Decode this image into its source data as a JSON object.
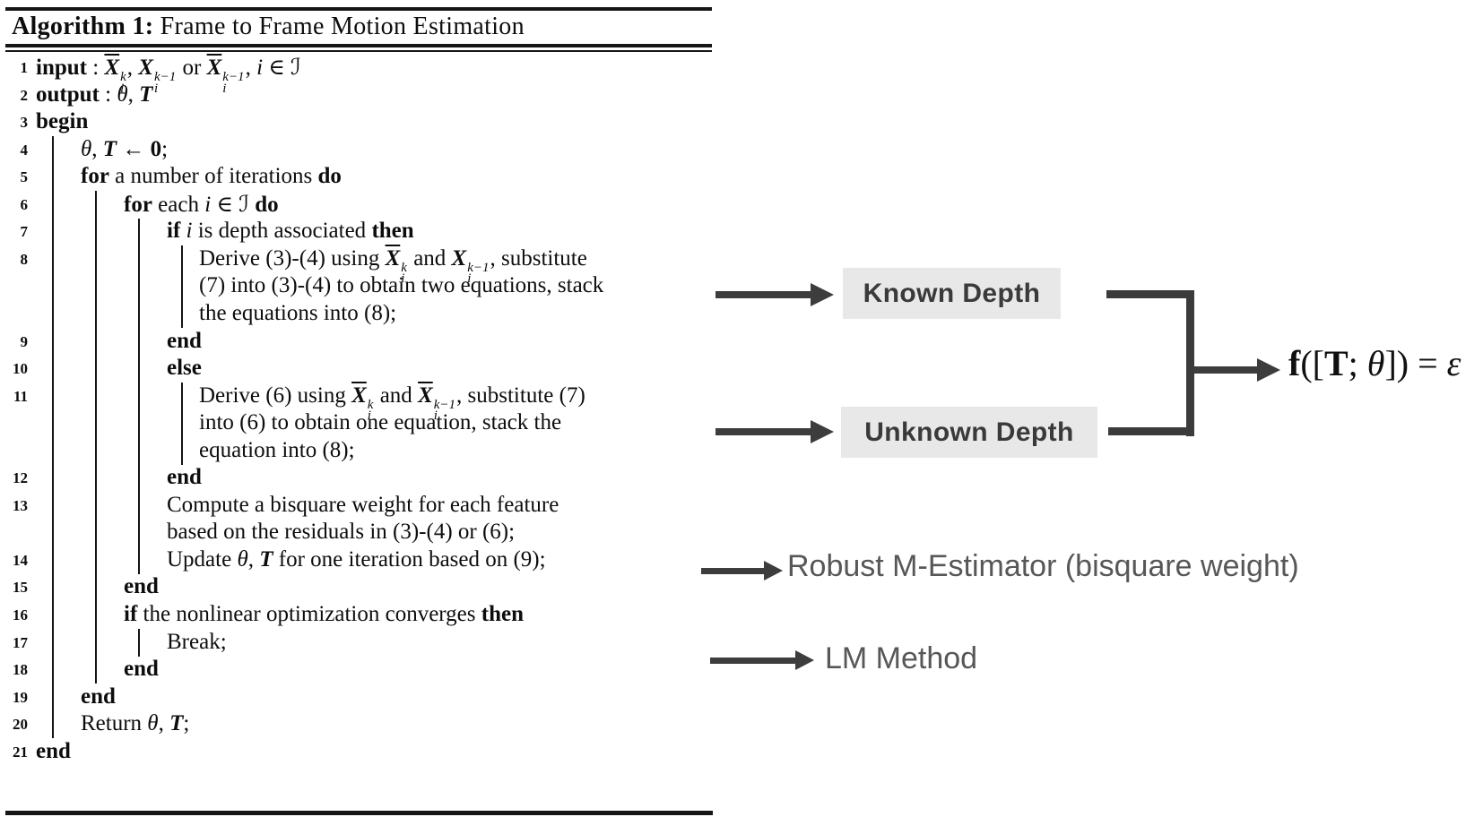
{
  "title": {
    "label": "Algorithm 1:",
    "rest": " Frame to Frame Motion Estimation"
  },
  "algorithm": {
    "rows": [
      {
        "num": "1",
        "level": 0,
        "segs": [
          {
            "t": "input ",
            "c": "b"
          },
          {
            "t": ": "
          },
          {
            "t": "X",
            "c": "bi ol",
            "sup": "k",
            "sub": "i"
          },
          {
            "t": ", "
          },
          {
            "t": "X",
            "c": "bi",
            "sup": "k−1",
            "sub": "i"
          },
          {
            "t": " or "
          },
          {
            "t": "X",
            "c": "bi ol",
            "sup": "k−1",
            "sub": "i"
          },
          {
            "t": ", "
          },
          {
            "t": "i",
            "c": "i"
          },
          {
            "t": " ∈ "
          },
          {
            "t": "ℐ",
            "c": "scr"
          }
        ]
      },
      {
        "num": "2",
        "level": 0,
        "segs": [
          {
            "t": "output ",
            "c": "b"
          },
          {
            "t": ": "
          },
          {
            "t": "θ",
            "c": "i"
          },
          {
            "t": ", "
          },
          {
            "t": "T",
            "c": "bi"
          }
        ]
      },
      {
        "num": "3",
        "level": 0,
        "segs": [
          {
            "t": "begin",
            "c": "b"
          }
        ]
      },
      {
        "num": "4",
        "level": 1,
        "segs": [
          {
            "t": "θ",
            "c": "i"
          },
          {
            "t": ", "
          },
          {
            "t": "T",
            "c": "bi"
          },
          {
            "t": " ← "
          },
          {
            "t": "0",
            "c": "b"
          },
          {
            "t": ";"
          }
        ]
      },
      {
        "num": "5",
        "level": 1,
        "segs": [
          {
            "t": "for",
            "c": "b"
          },
          {
            "t": " a number of iterations "
          },
          {
            "t": "do",
            "c": "b"
          }
        ]
      },
      {
        "num": "6",
        "level": 2,
        "segs": [
          {
            "t": "for",
            "c": "b"
          },
          {
            "t": " each "
          },
          {
            "t": "i",
            "c": "i"
          },
          {
            "t": " ∈ "
          },
          {
            "t": "ℐ",
            "c": "scr"
          },
          {
            "t": " "
          },
          {
            "t": "do",
            "c": "b"
          }
        ]
      },
      {
        "num": "7",
        "level": 3,
        "segs": [
          {
            "t": "if",
            "c": "b"
          },
          {
            "t": " "
          },
          {
            "t": "i",
            "c": "i"
          },
          {
            "t": " is depth associated "
          },
          {
            "t": "then",
            "c": "b"
          }
        ]
      },
      {
        "num": "8",
        "level": 4,
        "segs": [
          {
            "t": "Derive (3)-(4) using "
          },
          {
            "t": "X",
            "c": "bi ol",
            "sup": "k",
            "sub": "i"
          },
          {
            "t": " and "
          },
          {
            "t": "X",
            "c": "bi",
            "sup": "k−1",
            "sub": "i"
          },
          {
            "t": ", substitute"
          }
        ]
      },
      {
        "num": "",
        "level": 4,
        "segs": [
          {
            "t": "(7) into (3)-(4) to obtain two equations, stack"
          }
        ]
      },
      {
        "num": "",
        "level": 4,
        "segs": [
          {
            "t": "the equations into (8);"
          }
        ]
      },
      {
        "num": "9",
        "level": 3,
        "segs": [
          {
            "t": "end",
            "c": "b"
          }
        ]
      },
      {
        "num": "10",
        "level": 3,
        "segs": [
          {
            "t": "else",
            "c": "b"
          }
        ]
      },
      {
        "num": "11",
        "level": 4,
        "segs": [
          {
            "t": "Derive (6) using "
          },
          {
            "t": "X",
            "c": "bi ol",
            "sup": "k",
            "sub": "i"
          },
          {
            "t": " and "
          },
          {
            "t": "X",
            "c": "bi ol",
            "sup": "k−1",
            "sub": "i"
          },
          {
            "t": ", substitute (7)"
          }
        ]
      },
      {
        "num": "",
        "level": 4,
        "segs": [
          {
            "t": "into (6) to obtain one equation, stack the"
          }
        ]
      },
      {
        "num": "",
        "level": 4,
        "segs": [
          {
            "t": "equation into (8);"
          }
        ]
      },
      {
        "num": "12",
        "level": 3,
        "segs": [
          {
            "t": "end",
            "c": "b"
          }
        ]
      },
      {
        "num": "13",
        "level": 3,
        "segs": [
          {
            "t": "Compute a bisquare weight for each feature"
          }
        ]
      },
      {
        "num": "",
        "level": 3,
        "segs": [
          {
            "t": "based on the residuals in (3)-(4) or (6);"
          }
        ]
      },
      {
        "num": "14",
        "level": 3,
        "segs": [
          {
            "t": "Update "
          },
          {
            "t": "θ",
            "c": "i"
          },
          {
            "t": ", "
          },
          {
            "t": "T",
            "c": "bi"
          },
          {
            "t": " for one iteration based on (9);"
          }
        ]
      },
      {
        "num": "15",
        "level": 2,
        "segs": [
          {
            "t": "end",
            "c": "b"
          }
        ]
      },
      {
        "num": "16",
        "level": 2,
        "segs": [
          {
            "t": "if",
            "c": "b"
          },
          {
            "t": " the nonlinear optimization converges "
          },
          {
            "t": "then",
            "c": "b"
          }
        ]
      },
      {
        "num": "17",
        "level": 3,
        "segs": [
          {
            "t": "Break;"
          }
        ]
      },
      {
        "num": "18",
        "level": 2,
        "segs": [
          {
            "t": "end",
            "c": "b"
          }
        ]
      },
      {
        "num": "19",
        "level": 1,
        "segs": [
          {
            "t": "end",
            "c": "b"
          }
        ]
      },
      {
        "num": "20",
        "level": 1,
        "segs": [
          {
            "t": "Return "
          },
          {
            "t": "θ",
            "c": "i"
          },
          {
            "t": ", "
          },
          {
            "t": "T",
            "c": "bi"
          },
          {
            "t": ";"
          }
        ]
      },
      {
        "num": "21",
        "level": 0,
        "segs": [
          {
            "t": "end",
            "c": "b"
          }
        ]
      }
    ]
  },
  "annotations": {
    "known_depth": "Known Depth",
    "unknown_depth": "Unknown Depth",
    "robust": "Robust M-Estimator (bisquare weight)",
    "lm": "LM Method",
    "formula_segs": [
      {
        "t": "f",
        "c": "b"
      },
      {
        "t": "(["
      },
      {
        "t": "T",
        "c": "b"
      },
      {
        "t": "; "
      },
      {
        "t": "θ",
        "c": "i"
      },
      {
        "t": "]) = "
      },
      {
        "t": "ε",
        "c": "i"
      }
    ]
  },
  "colors": {
    "arrow": "#3d3d3d",
    "bracket": "#3b3b3b",
    "box_bg": "#e8e8e8",
    "box_text": "#3a3a3a",
    "light_label": "#575757",
    "text": "#0d0d0d"
  }
}
